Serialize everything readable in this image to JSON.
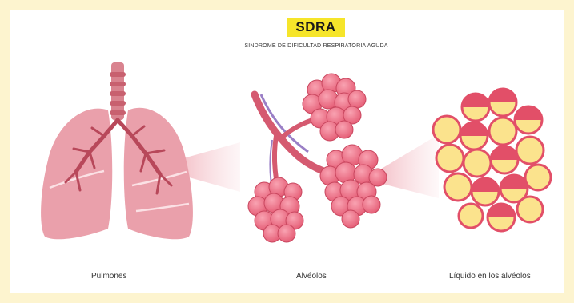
{
  "title": "SDRA",
  "subtitle": "SINDROME DE DIFICULTAD RESPIRATORIA AGUDA",
  "captions": {
    "lungs": "Pulmones",
    "alveoli": "Alvéolos",
    "fluid": "Líquido en los alvéolos"
  },
  "colors": {
    "background": "#fdf4cf",
    "badge": "#f6e52a",
    "lung": "#eaa0ab",
    "lung_dark": "#c8606f",
    "alveolus": "#ef6f86",
    "fluid": "#fbe38d",
    "fluid_cap": "#e24f68"
  },
  "icons": [
    "trachea-icon",
    "lungs-icon",
    "bronchi-icon",
    "alveoli-cluster-icon",
    "fluid-filled-alveoli-icon"
  ]
}
